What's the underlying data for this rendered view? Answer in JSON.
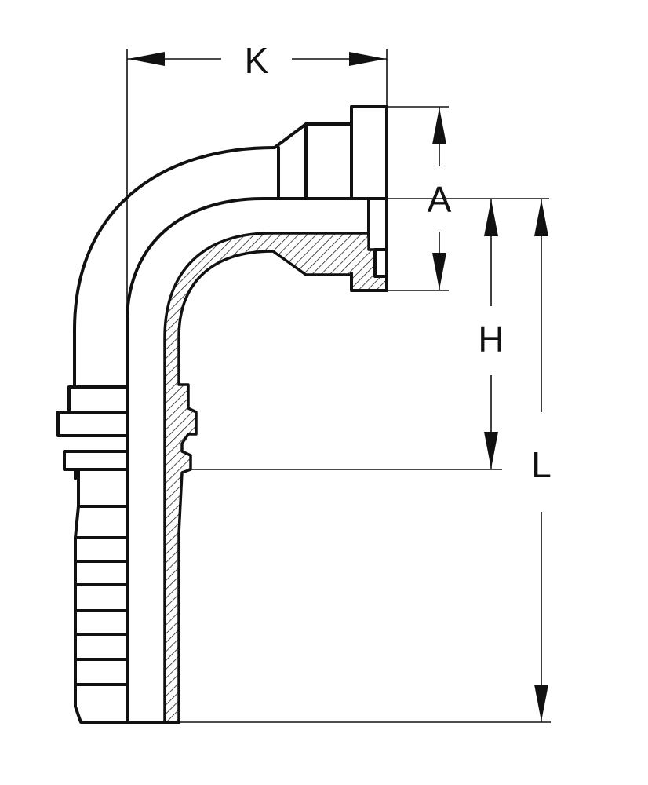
{
  "dimensions": {
    "k": {
      "label": "K"
    },
    "a": {
      "label": "A"
    },
    "h": {
      "label": "H"
    },
    "l": {
      "label": "L"
    }
  }
}
